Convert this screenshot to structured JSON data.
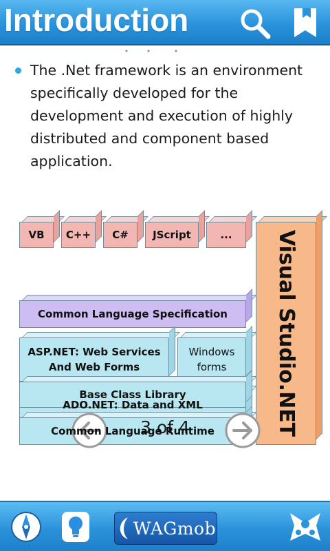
{
  "header": {
    "title": "Introduction",
    "icons": [
      "search-icon",
      "bookmark-icon"
    ]
  },
  "content": {
    "bullet_text": "The .Net framework is an environment specifically developed for the development and execution of highly distributed and component based application.",
    "diagram": {
      "languages": [
        "VB",
        "C++",
        "C#",
        "JScript",
        "..."
      ],
      "cls": "Common Language Specification",
      "aspnet": "ASP.NET: Web Services And Web Forms",
      "winforms": "Windows forms",
      "adonet": "ADO.NET: Data and XML",
      "bcl": "Base Class Library",
      "clr": "Common Language Runtime",
      "vs": "Visual Studio.NET"
    }
  },
  "pager": {
    "current": 3,
    "total": 4,
    "label": "3 of 4",
    "icons": [
      "arrow-left-icon",
      "arrow-right-icon"
    ]
  },
  "footer": {
    "logo_text": "WAGmob",
    "icons": [
      "compass-icon",
      "lightbulb-icon",
      "share-icon"
    ]
  },
  "colors": {
    "header_blue": "#2a93dc",
    "bullet": "#2aa8e0",
    "lang_box": "#f3b7b3",
    "cls_box": "#cdbdf3",
    "stack_box": "#b9e7f1",
    "vs_box": "#f7b98a"
  }
}
